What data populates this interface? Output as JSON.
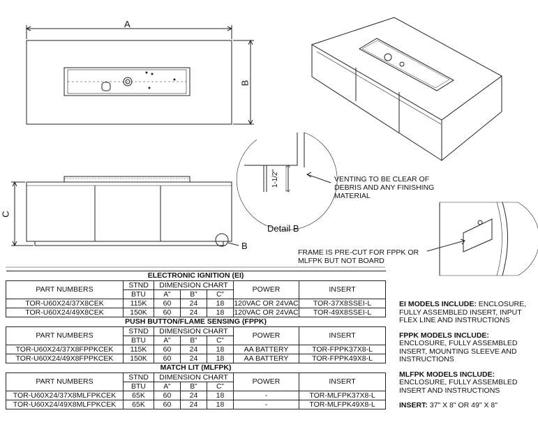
{
  "labels": {
    "dim_a": "A",
    "dim_b": "B",
    "dim_c": "C",
    "detail_ref": "B",
    "detail_title": "Detail B",
    "detail_dim": "1-1/2\"",
    "vent_note": [
      "VENTING TO BE CLEAR OF",
      "DEBRIS AND ANY FINISHING",
      "MATERIAL"
    ],
    "frame_note": [
      "FRAME IS PRE-CUT FOR FPPK OR",
      "MLFPK BUT NOT BOARD"
    ]
  },
  "table": {
    "col_part": "PART NUMBERS",
    "col_stnd": "STND",
    "col_btu": "BTU",
    "col_dim": "DIMENSION CHART",
    "col_a": "A\"",
    "col_b": "B\"",
    "col_c": "C\"",
    "col_power": "POWER",
    "col_insert": "INSERT",
    "sections": [
      {
        "title": "ELECTRONIC IGNITION (EI)",
        "rows": [
          {
            "part": "TOR-U60X24/37X8CEK",
            "btu": "115K",
            "a": "60",
            "b": "24",
            "c": "18",
            "power": "120VAC OR 24VAC",
            "insert": "TOR-37X8SSEI-L"
          },
          {
            "part": "TOR-U60X24/49X8CEK",
            "btu": "150K",
            "a": "60",
            "b": "24",
            "c": "18",
            "power": "120VAC OR 24VAC",
            "insert": "TOR-49X8SSEI-L"
          }
        ]
      },
      {
        "title": "PUSH BUTTON/FLAME SENSING (FPPK)",
        "rows": [
          {
            "part": "TOR-U60X24/37X8FPPKCEK",
            "btu": "115K",
            "a": "60",
            "b": "24",
            "c": "18",
            "power": "AA BATTERY",
            "insert": "TOR-FPPK37X8-L"
          },
          {
            "part": "TOR-U60X24/49X8FPPKCEK",
            "btu": "150K",
            "a": "60",
            "b": "24",
            "c": "18",
            "power": "AA BATTERY",
            "insert": "TOR-FPPK49X8-L"
          }
        ]
      },
      {
        "title": "MATCH LIT (MLFPK)",
        "rows": [
          {
            "part": "TOR-U60X24/37X8MLFPKCEK",
            "btu": "65K",
            "a": "60",
            "b": "24",
            "c": "18",
            "power": "-",
            "insert": "TOR-MLFPK37X8-L"
          },
          {
            "part": "TOR-U60X24/49X8MLFPKCEK",
            "btu": "65K",
            "a": "60",
            "b": "24",
            "c": "18",
            "power": "-",
            "insert": "TOR-MLFPK49X8-L"
          }
        ]
      }
    ]
  },
  "models": {
    "ei_head": "EI MODELS INCLUDE:",
    "ei_text": " ENCLOSURE, FULLY ASSEMBLED INSERT, INPUT FLEX LINE AND INSTRUCTIONS",
    "fppk_head": "FPPK MODELS INCLUDE:",
    "fppk_text": "ENCLOSURE, FULLY ASSEMBLED INSERT, MOUNTING SLEEVE AND INSTRUCTIONS",
    "mlfpk_head": "MLFPK MODELS INCLUDE:",
    "mlfpk_text": "ENCLOSURE, FULLY ASSEMBLED INSERT AND INSTRUCTIONS",
    "insert_head": "INSERT:",
    "insert_text": " 37\" X 8\" OR 49\" X 8\""
  }
}
